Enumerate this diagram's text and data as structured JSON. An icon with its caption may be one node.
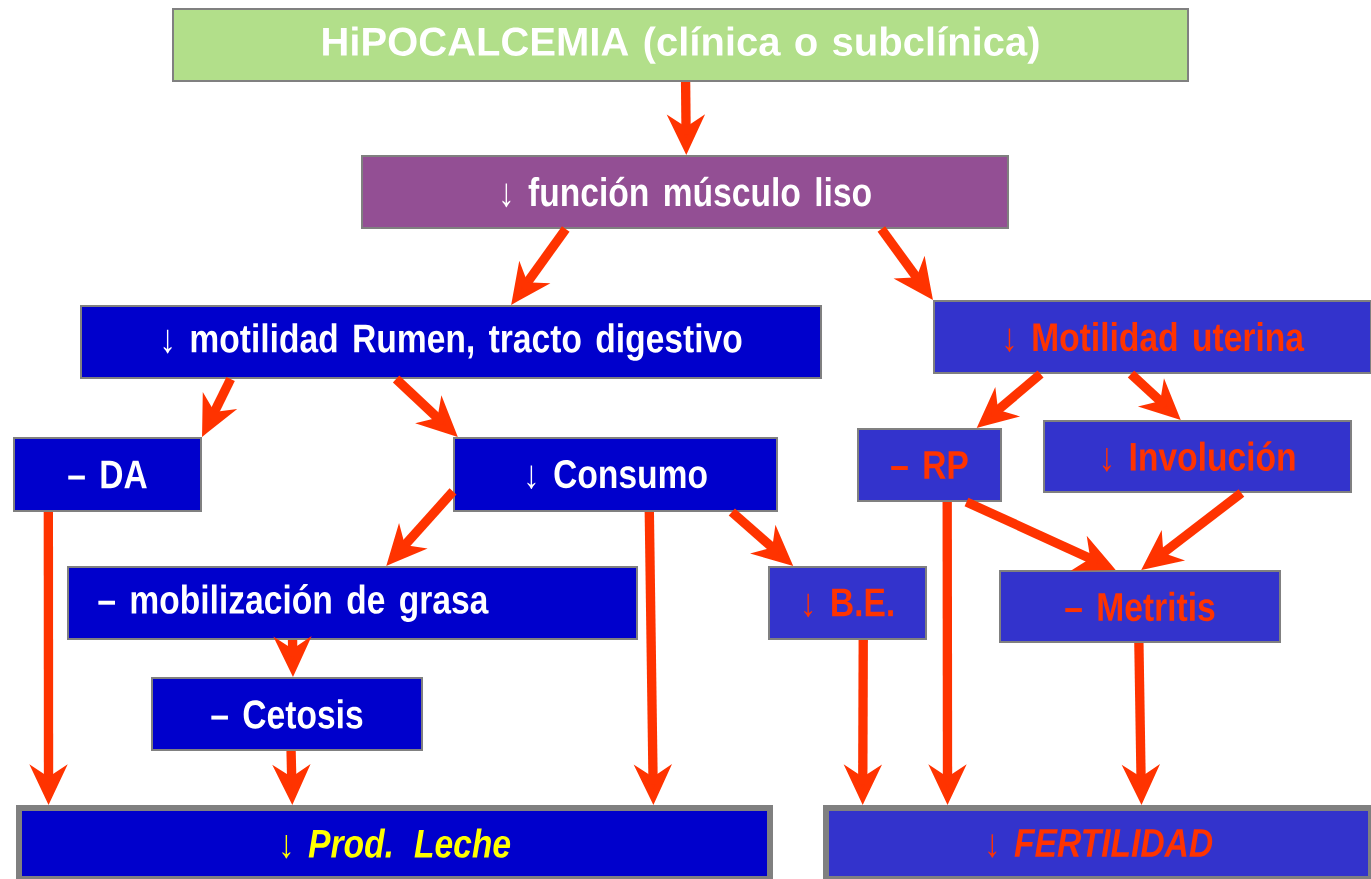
{
  "diagram": {
    "nodes": [
      {
        "text": [
          "HiPOCALCEMIA (clínica o subclínica)"
        ]
      },
      {
        "text": [
          "↓ función músculo liso"
        ]
      },
      {
        "text": [
          "↓ motilidad Rumen, tracto digestivo"
        ]
      },
      {
        "text": [
          "↓ Motilidad uterina"
        ]
      },
      {
        "text": [
          "– DA"
        ]
      },
      {
        "text": [
          "↓ Consumo"
        ]
      },
      {
        "text": [
          "– RP"
        ]
      },
      {
        "text": [
          "↓ Involución"
        ]
      },
      {
        "text": [
          "– mobilización de grasa"
        ]
      },
      {
        "text": [
          "↓ B.E."
        ]
      },
      {
        "text": [
          "– Metritis"
        ]
      },
      {
        "text": [
          "– Cetosis"
        ]
      },
      {
        "text": [
          "↓ *Prod. Leche*"
        ]
      },
      {
        "text": [
          "↓ *FERTILIDAD*"
        ]
      }
    ],
    "edges": [
      {
        "from": 0,
        "to": 1,
        "arrow": "to"
      },
      {
        "from": 1,
        "to": 2,
        "arrow": "to"
      },
      {
        "from": 1,
        "to": 3,
        "arrow": "to"
      },
      {
        "from": 2,
        "to": 4,
        "arrow": "to"
      },
      {
        "from": 2,
        "to": 5,
        "arrow": "to"
      },
      {
        "from": 3,
        "to": 6,
        "arrow": "to"
      },
      {
        "from": 3,
        "to": 7,
        "arrow": "to"
      },
      {
        "from": 5,
        "to": 8,
        "arrow": "to"
      },
      {
        "from": 5,
        "to": 9,
        "arrow": "to"
      },
      {
        "from": 6,
        "to": 10,
        "arrow": "to"
      },
      {
        "from": 7,
        "to": 10,
        "arrow": "to"
      },
      {
        "from": 8,
        "to": 11,
        "arrow": "to"
      },
      {
        "from": 11,
        "to": 12,
        "arrow": "to"
      },
      {
        "from": 4,
        "to": 12,
        "arrow": "to"
      },
      {
        "from": 5,
        "to": 12,
        "arrow": "to"
      },
      {
        "from": 9,
        "to": 13,
        "arrow": "to"
      },
      {
        "from": 6,
        "to": 13,
        "arrow": "to"
      },
      {
        "from": 10,
        "to": 13,
        "arrow": "to"
      }
    ]
  }
}
